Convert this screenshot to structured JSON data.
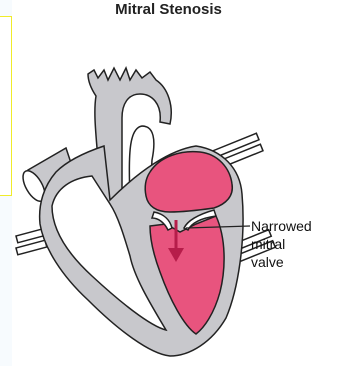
{
  "diagram": {
    "title": "Mitral Stenosis",
    "annotation": {
      "lines": [
        "Narrowed",
        "mitral",
        "valve"
      ]
    },
    "colors": {
      "wall": "#c8c8cc",
      "outline": "#222222",
      "chamber": "#e8547e",
      "arrow": "#b61d4a",
      "frame": "#f0ec2a"
    }
  }
}
